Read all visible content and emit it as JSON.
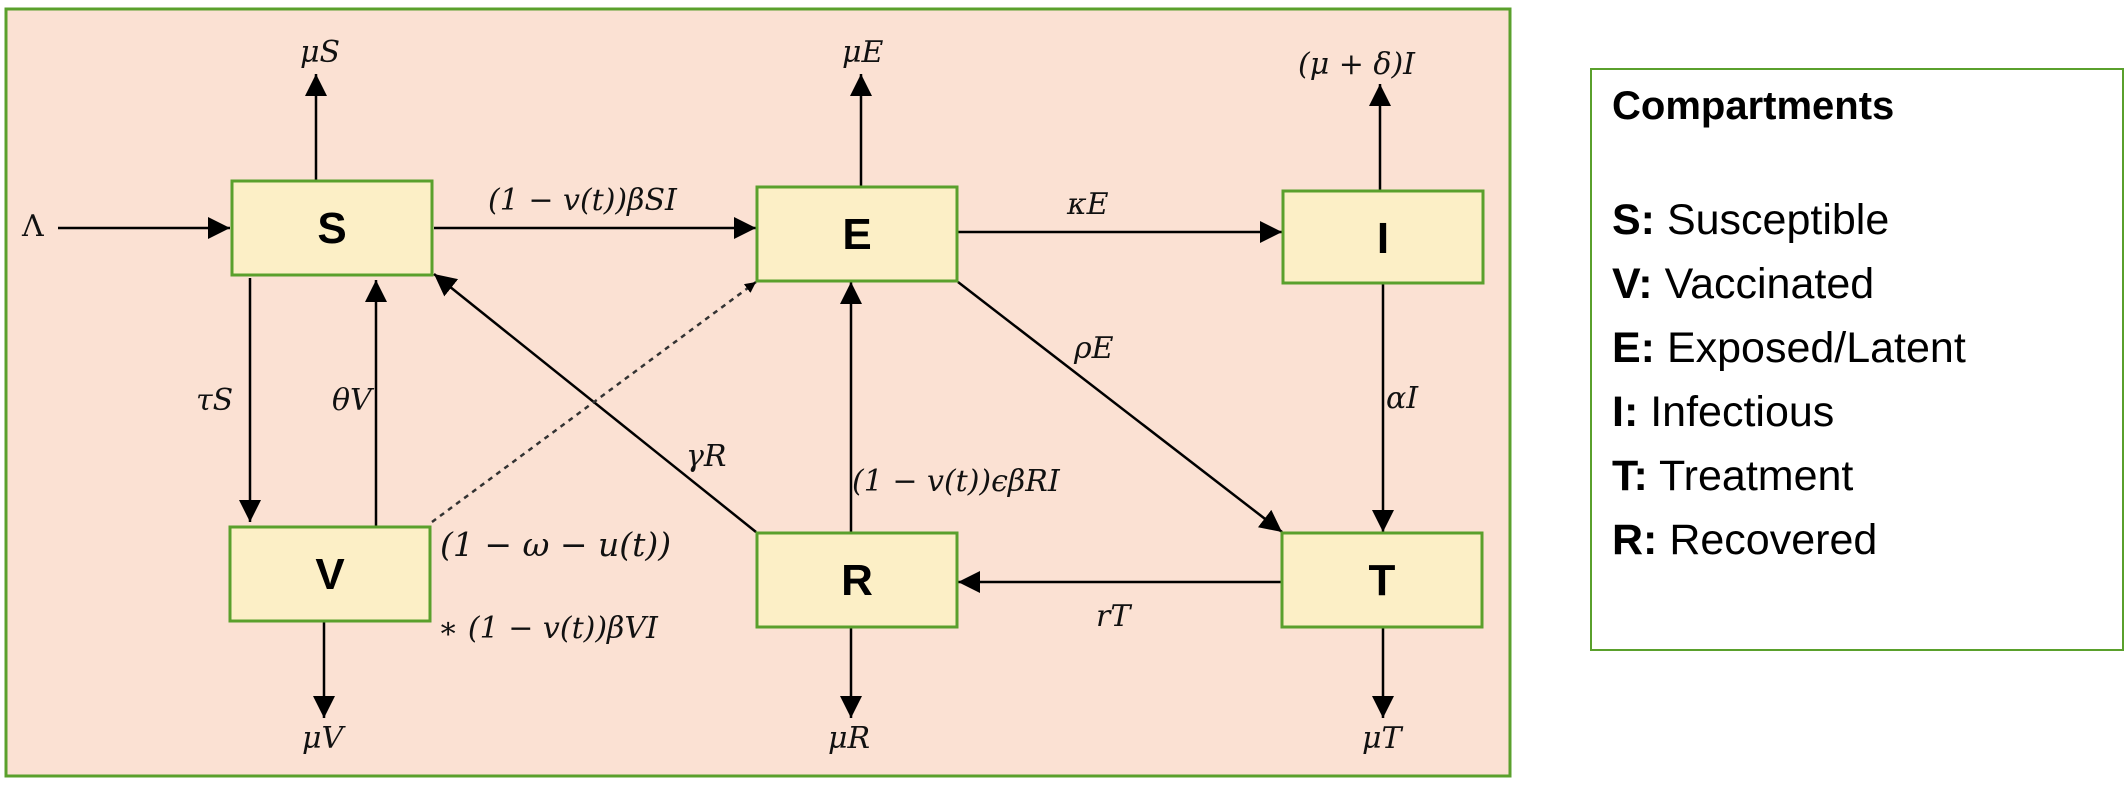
{
  "compartments": [
    {
      "id": "S",
      "label": "S"
    },
    {
      "id": "V",
      "label": "V"
    },
    {
      "id": "E",
      "label": "E"
    },
    {
      "id": "R",
      "label": "R"
    },
    {
      "id": "I",
      "label": "I"
    },
    {
      "id": "T",
      "label": "T"
    }
  ],
  "rates": {
    "inflow": "Λ",
    "mu_s": "μS",
    "mu_e": "μE",
    "mu_i": "(μ + δ)I",
    "mu_v": "μV",
    "mu_r": "μR",
    "mu_t": "μT",
    "s_to_e": "(1 − v(t))βSI",
    "e_to_i": "κE",
    "s_to_v": "τS",
    "v_to_s": "θV",
    "r_to_s": "γR",
    "e_to_t": "ρE",
    "i_to_t": "αI",
    "r_to_e": "(1 − v(t))ϵβRI",
    "t_to_r": "rT",
    "v_to_e_line1": "(1 − ω − u(t))",
    "v_to_e_line2": "∗ (1 − v(t))βVI"
  },
  "legend": {
    "title": "Compartments",
    "items": [
      {
        "key": "S:",
        "text": " Susceptible"
      },
      {
        "key": "V:",
        "text": " Vaccinated"
      },
      {
        "key": "E:",
        "text": " Exposed/Latent"
      },
      {
        "key": "I:",
        "text": " Infectious"
      },
      {
        "key": "T:",
        "text": " Treatment"
      },
      {
        "key": "R:",
        "text": " Recovered"
      }
    ]
  },
  "colors": {
    "panel_background": "#fbe1d3",
    "panel_border": "#5aa02c",
    "box_fill": "#fcefc6",
    "box_border": "#5aa02c",
    "arrow": "#000000"
  }
}
